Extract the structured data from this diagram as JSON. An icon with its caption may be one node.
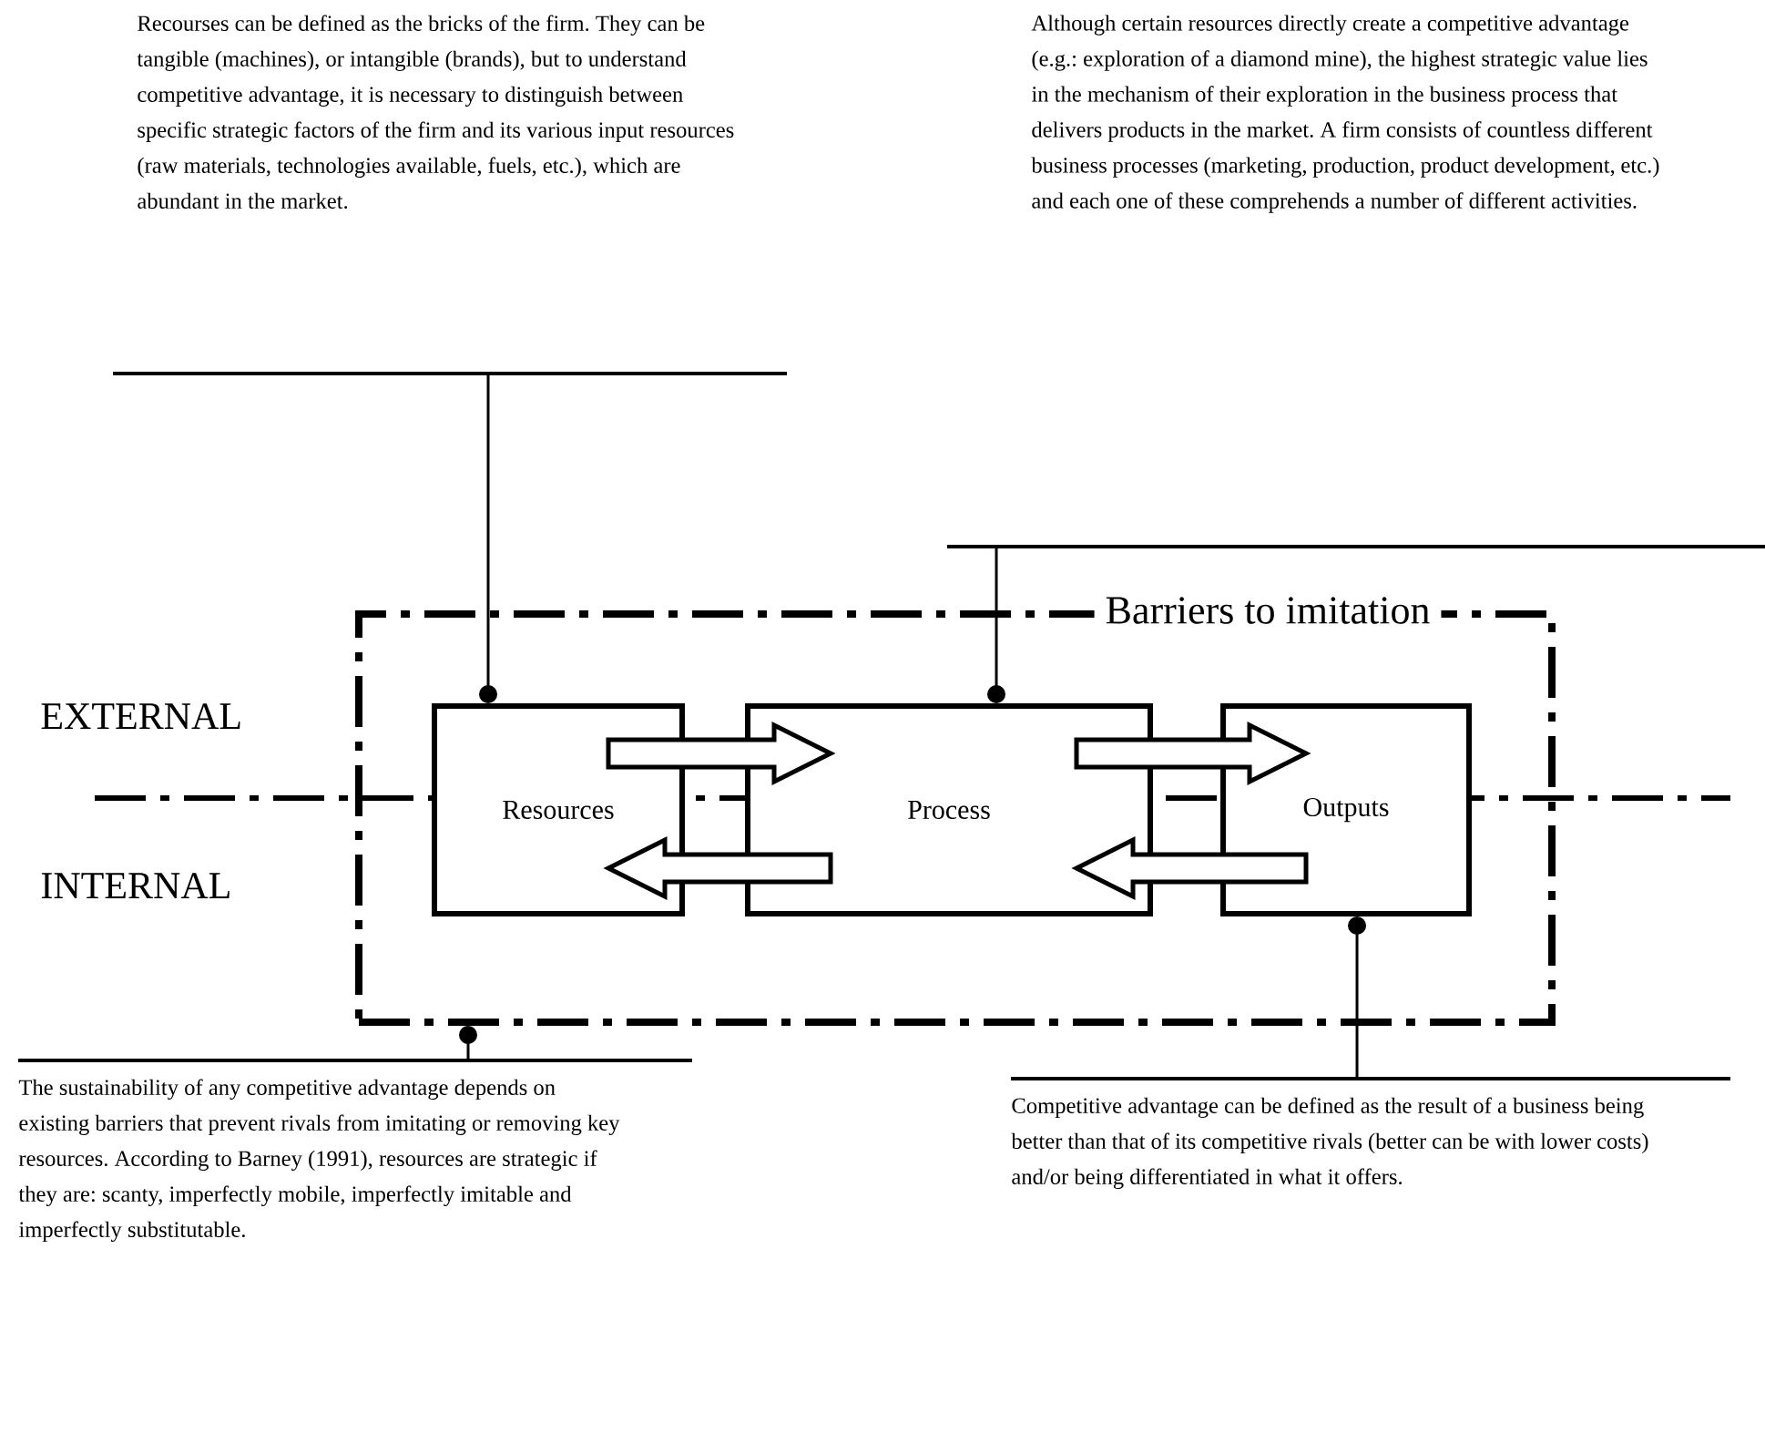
{
  "diagram": {
    "nodes": [
      {
        "text": [
          "Barriers to imitation"
        ]
      },
      {
        "text": [
          "Resources"
        ],
        "in": 0
      },
      {
        "text": [
          "Process"
        ],
        "in": 0
      },
      {
        "text": [
          "Outputs"
        ],
        "in": 0
      },
      {
        "text": [
          "Recourses can be defined as the bricks of the firm. They can be tangible (machines), or intangible (brands), but to understand competitive advantage, it is necessary to distinguish between specific strategic factors of the firm and its various input resources (raw materials, technologies available, fuels, etc.), which are abundant in the market."
        ]
      },
      {
        "text": [
          "Although certain resources directly create a competitive advantage (e.g.: exploration of a diamond mine), the highest strategic value lies in the mechanism of their exploration in the business process that delivers products in the market. A firm consists of countless different business processes (marketing, production, product development, etc.) and each one of these comprehends a number of different activities."
        ]
      },
      {
        "text": [
          "The sustainability of any competitive advantage depends on existing barriers that prevent rivals from imitating or removing key resources. According to Barney (1991), resources are strategic if they are: scanty, imperfectly mobile, imperfectly imitable and imperfectly substitutable."
        ]
      },
      {
        "text": [
          "Competitive advantage can be defined as the result of a business being better than that of its competitive rivals (better can be with lower costs) and/or being differentiated in what it offers."
        ]
      }
    ],
    "edges": [
      {
        "from": 1,
        "to": 2,
        "arrow": "to"
      },
      {
        "from": 2,
        "to": 1,
        "arrow": "to"
      },
      {
        "from": 2,
        "to": 3,
        "arrow": "to"
      },
      {
        "from": 3,
        "to": 2,
        "arrow": "to"
      },
      {
        "from": 4,
        "to": 1,
        "arrow": "other"
      },
      {
        "from": 5,
        "to": 2,
        "arrow": "other"
      },
      {
        "from": 6,
        "to": 0,
        "arrow": "other"
      },
      {
        "from": 7,
        "to": 3,
        "arrow": "other"
      }
    ],
    "labels": [
      "EXTERNAL",
      "INTERNAL"
    ]
  }
}
